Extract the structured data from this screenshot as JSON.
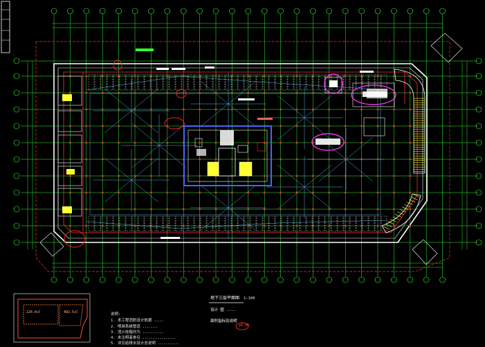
{
  "colors": {
    "background": "#000000",
    "outer_wall": "#ffffff",
    "structure": "#ff3030",
    "gridlines": "#33ff33",
    "dimension": "#22ee22",
    "ramps": "#ffff33",
    "core_outline": "#4466ff",
    "sprinkler_net": "#66ccff",
    "cloud_highlight": "#ee33ee",
    "cloud_red": "#ff2020",
    "equipment_tag": "#ffff66"
  },
  "drawing": {
    "title": "地下三层平面图",
    "scale": "1:100",
    "subtitle": "设计 图 ．．．．．",
    "subtitle2": "面积指标及说明",
    "mark_1": "±0.00",
    "area_a": "226.0㎡",
    "area_b": "482.5㎡"
  },
  "notes": {
    "header": "说明:",
    "lines": [
      "1. 本工程消防设计依据 ．．．．．",
      "2. 喷淋系统管道 ．．．．．．．．",
      "3. 消火栓箱均为 ．．．．．．．．．．．",
      "4. 未注明者参见 ．．．．．．．．．．．．．．．．．",
      "5. 详见给排水设计总说明 ．．．．．．．．．．．"
    ]
  },
  "icons": {
    "north_arrow": "compass-icon",
    "key_plan": "key-plan-icon"
  }
}
